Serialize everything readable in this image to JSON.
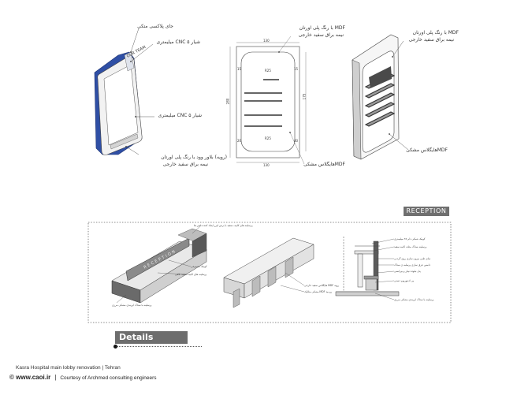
{
  "colors": {
    "accent_blue": "#2f4fa5",
    "tag_grey": "#6f6f6f",
    "panel_grey": "#d9d9d9",
    "dark_grey": "#555555"
  },
  "panel1": {
    "label_top": "جای پلاکسی متکی",
    "label_cnc_top": "شیار CNC ۵ میلیمتری",
    "label_cnc_mid": "شیار CNC ۵ میلیمتری",
    "label_bottom_line1": "(رویه) بلاور وود با رنگ پلی اورتان",
    "label_bottom_line2": "نیمه براق سفید خارجی",
    "screen_title": "OUR TEAM"
  },
  "panel2": {
    "label_top_line1": "MDF با رنگ پلی اورتان",
    "label_top_line2": "نیمه براق سفید خارجی",
    "label_bottom": "MDFهایگلاس مشکی",
    "dims": {
      "top_width": "130",
      "bottom_width": "130",
      "height": "280",
      "inner_height": "175",
      "r1": "R25",
      "r2": "R25",
      "side1": "15",
      "side2": "15",
      "side3": "20",
      "side4": "40"
    }
  },
  "panel3": {
    "label_top_line1": "MDF با رنگ پلی اورتان",
    "label_top_line2": "نیمه براق سفید خارجی",
    "label_bottom": "MDFهایگلاس مشکی"
  },
  "reception": {
    "tag": "RECEPTION",
    "desk_text": "RECEPTION",
    "left_note_top": "پرسلینه های کابیه، سفید با برش لیزر ایجاد کننده تلفن ها",
    "left_note_mid1": "کونیک مصنوعی",
    "left_note_mid2": "پرسلینه های کابیه، سفید تلاقی",
    "left_note_bottom": "پرسلینه با ستاک ایریندی مشکی مرزی",
    "mid_note1": "رویه MDF هایگلاس سفید خارجی",
    "mid_note2": "رو بید MDF مشکی متالیک",
    "right_notes": [
      "کونیک شبکی دام ۳۸ میلیمتری",
      "پرسلینه ستاک مثلث کابیه سفید",
      "نمای طبی بیرون سازی روی گردنی",
      "دامس عرق سازی پرسلیه ی ستاک",
      "پنل نیلوده نیبار و بیرانسی",
      "پی ادیتوریوم دستی",
      "پرسلینه با ستاک ایریندی مشکی مرزی"
    ]
  },
  "details": {
    "label": "Details"
  },
  "footer": {
    "caption": "Kasra Hospital main lobby renovation  |  Tehran",
    "url": "© www.caoi.ir",
    "separator": "|",
    "credit": "Courtesy of Archmed consulting engineers"
  }
}
